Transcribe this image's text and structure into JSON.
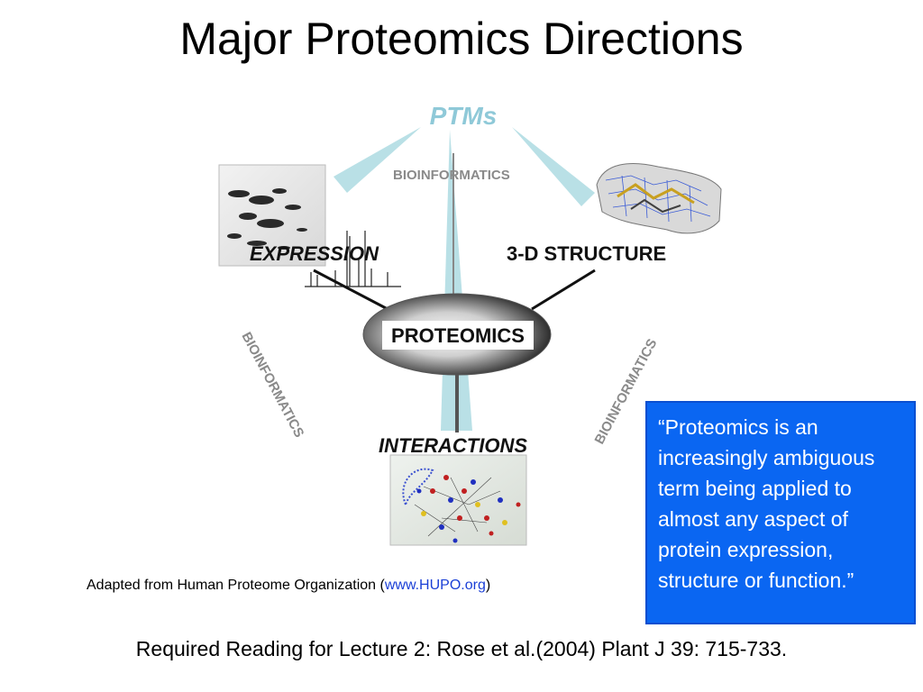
{
  "slide": {
    "title": "Major Proteomics Directions",
    "caption_prefix": "Adapted from Human Proteome Organization (",
    "caption_link": "www.HUPO.org",
    "caption_suffix": ")",
    "quote": "“Proteomics is an increasingly ambiguous term being applied to almost any aspect of protein expression, structure or function.”",
    "required_reading": "Required Reading for Lecture 2: Rose et al.(2004) Plant J 39: 715-733."
  },
  "diagram": {
    "ptms_label": "PTMs",
    "center_label": "PROTEOMICS",
    "nodes": {
      "expression": "EXPRESSION",
      "structure": "3-D STRUCTURE",
      "interactions": "INTERACTIONS"
    },
    "bioinformatics_top": "BIOINFORMATICS",
    "bioinformatics_left": "BIOINFORMATICS",
    "bioinformatics_right": "BIOINFORMATICS",
    "colors": {
      "ptms": "#8fc9d8",
      "beam": "#b9e0e6",
      "bioinformatics": "#8a8a8a",
      "quote_box": "#0a66f2"
    }
  }
}
